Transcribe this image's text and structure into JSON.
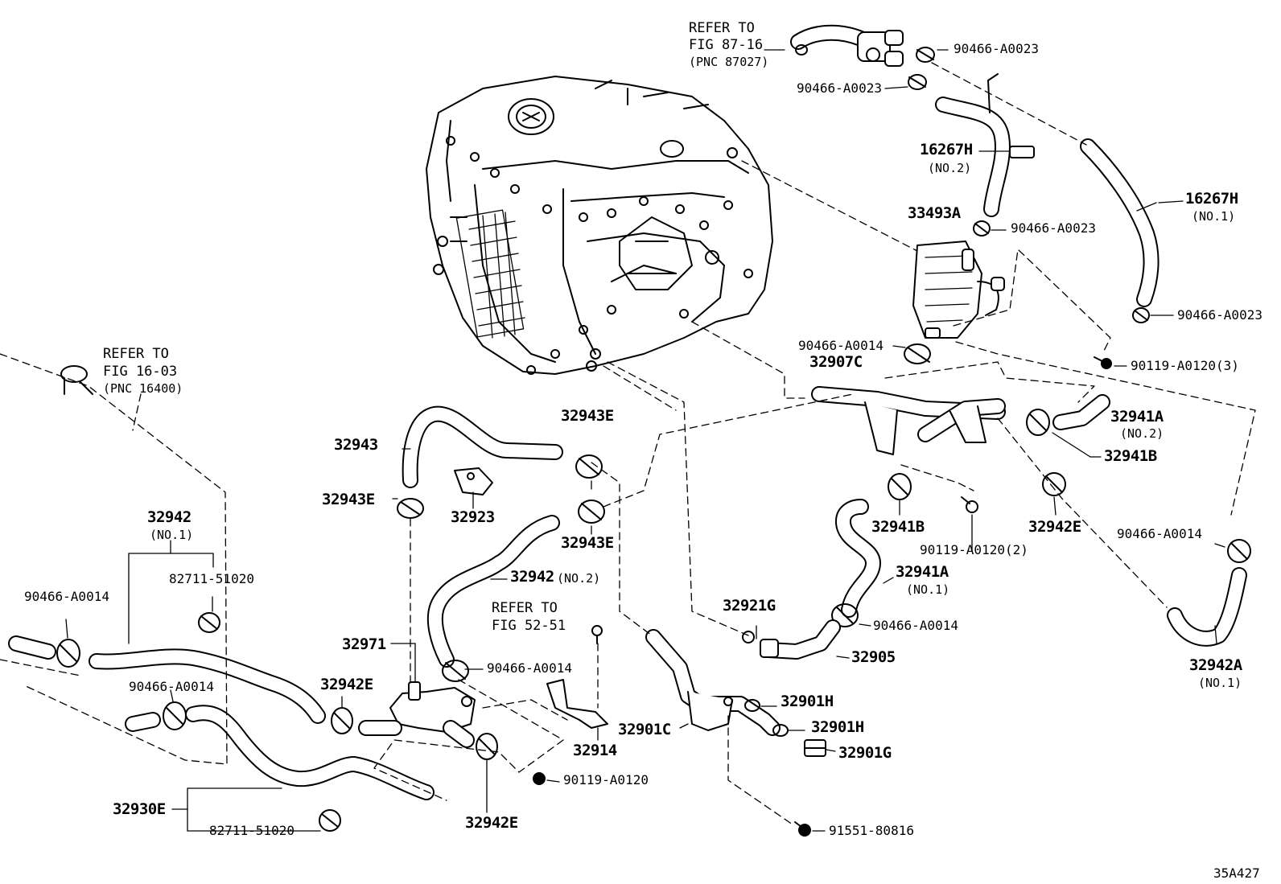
{
  "refs": {
    "r1": {
      "line1": "REFER TO",
      "line2": "FIG 87-16",
      "line3": "(PNC 87027)"
    },
    "r2": {
      "line1": "REFER TO",
      "line2": "FIG 16-03",
      "line3": "(PNC 16400)"
    },
    "r3": {
      "line1": "REFER TO",
      "line2": "FIG 52-51"
    }
  },
  "labels": {
    "p90466_a0023_a": "90466-A0023",
    "p90466_a0023_b": "90466-A0023",
    "p16267h_no2": "16267H",
    "no2_a": "(NO.2)",
    "p16267h_no1": "16267H",
    "no1_a": "(NO.1)",
    "p33493a": "33493A",
    "p90466_a0023_c": "90466-A0023",
    "p90466_a0023_d": "90466-A0023",
    "p90466_a0014_a": "90466-A0014",
    "p90119_a0120_3": "90119-A0120(3)",
    "p32907c": "32907C",
    "p32941a_no2": "32941A",
    "no2_b": "(NO.2)",
    "p32941b_a": "32941B",
    "p32943e_a": "32943E",
    "p32943": "32943",
    "p32943e_b": "32943E",
    "p32923": "32923",
    "p32943e_c": "32943E",
    "p32941b_b": "32941B",
    "p90119_a0120_2": "90119-A0120(2)",
    "p32942e_a": "32942E",
    "p90466_a0014_b": "90466-A0014",
    "p32942_no1": "32942",
    "no1_b": "(NO.1)",
    "p82711_a": "82711-51020",
    "p90466_a0014_c": "90466-A0014",
    "p32942_no2": "32942",
    "no2_c": "(NO.2)",
    "p32941a_no1": "32941A",
    "no1_c": "(NO.1)",
    "p32921g": "32921G",
    "p90466_a0014_d": "90466-A0014",
    "p32905": "32905",
    "p32942a": "32942A",
    "no1_d": "(NO.1)",
    "p32971": "32971",
    "p90466_a0014_e": "90466-A0014",
    "p32942e_b": "32942E",
    "p90466_a0014_f": "90466-A0014",
    "p32901h_a": "32901H",
    "p32901c": "32901C",
    "p32901h_b": "32901H",
    "p32914": "32914",
    "p32901g": "32901G",
    "p90119_a0120": "90119-A0120",
    "p32930e": "32930E",
    "p32942e_c": "32942E",
    "p82711_b": "82711-51020",
    "p91551": "91551-80816",
    "fig_code": "35A427"
  }
}
